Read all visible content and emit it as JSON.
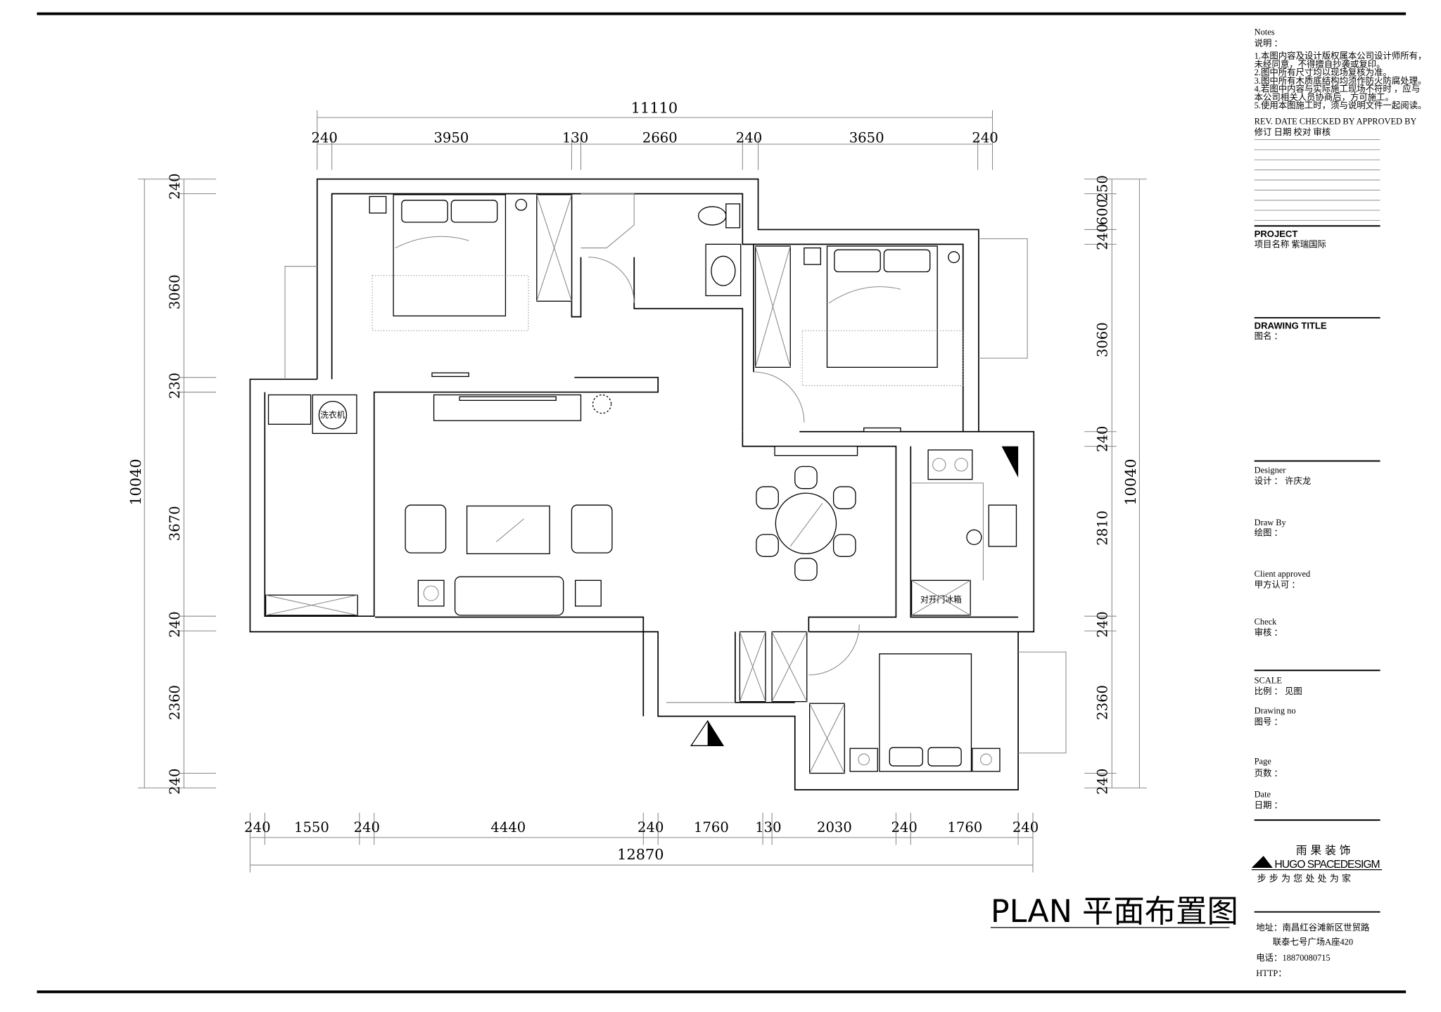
{
  "drawing": {
    "title": "PLAN 平面布置图",
    "top_dims": {
      "overall": "11110",
      "segments": [
        "240",
        "3950",
        "130",
        "2660",
        "240",
        "3650",
        "240"
      ]
    },
    "bottom_dims": {
      "overall": "12870",
      "segments": [
        "240",
        "1550",
        "240",
        "4440",
        "240",
        "1760",
        "130",
        "2030",
        "240",
        "1760",
        "240"
      ]
    },
    "left_dims": {
      "overall": "10040",
      "segments": [
        "240",
        "3060",
        "230",
        "3670",
        "240",
        "2360",
        "240"
      ]
    },
    "right_dims": {
      "overall": "10040",
      "segments": [
        "250",
        "600",
        "240",
        "3060",
        "240",
        "2810",
        "240",
        "2360",
        "240"
      ]
    },
    "labels": {
      "fridge": "对开门冰箱",
      "washer": "洗衣机"
    }
  },
  "title_block": {
    "notes_en": "Notes",
    "notes_cn": "说明  ：",
    "notes": [
      "1.本图内容及设计版权属本公司设计师所有，",
      "   未经同意，不得擅自抄袭或复印。",
      "2.图中所有尺寸均以现场复核为准。",
      "3.图中所有木质底结构均须作防火防腐处理。",
      "4.若图中内容与实际施工现场不符时 ，应与",
      "   本公司相关人员协商后，方可施工。",
      "5.使用本图施工时，须与说明文件一起阅读。"
    ],
    "rev_en": "REV. DATE CHECKED BY  APPROVED BY",
    "rev_cn": "修订 日期      校对      审核",
    "project_en": "PROJECT",
    "project_cn": "项目名称      紫瑞国际",
    "drawing_title_en": "DRAWING  TITLE",
    "drawing_title_cn": "图名       ：",
    "designer_en": "Designer",
    "designer_cn": "设计      ：  许庆龙",
    "drawby_en": "Draw By",
    "drawby_cn": "绘图          ：",
    "client_en": "Client approved",
    "client_cn": "甲方认可     ：",
    "check_en": "Check",
    "check_cn": "审核          ：",
    "scale_en": "SCALE",
    "scale_cn": "比例          ：    见图",
    "drawno_en": "Drawing  no",
    "drawno_cn": "图号          ：",
    "page_en": "Page",
    "page_cn": "页数          ：",
    "date_en": "Date",
    "date_cn": "日期          ：",
    "company_cn": "雨  果  装  饰",
    "company_en": "HUGO SPACEDESIGM",
    "slogan": "步 步 为 您   处 处 为 家",
    "address1": "地址：南昌红谷滩新区世贸路",
    "address2": "联泰七号广场A座420",
    "phone": "电话：18870080715",
    "http": "HTTP："
  }
}
